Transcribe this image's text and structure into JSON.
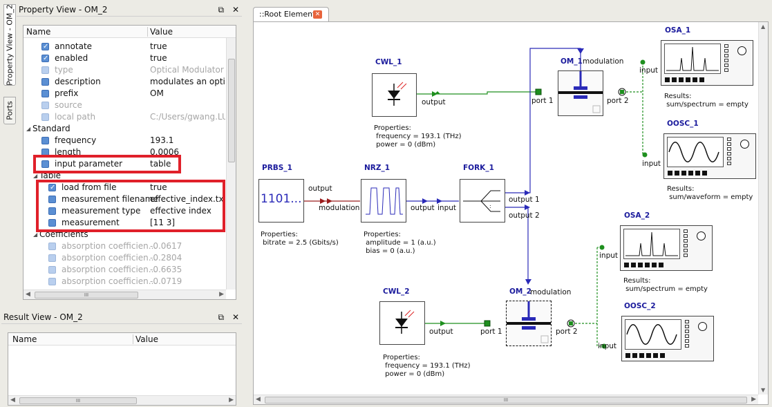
{
  "side_tabs": {
    "property_view": "Property View - OM_2",
    "ports": "Ports"
  },
  "property_view": {
    "title": "Property View - OM_2",
    "col_name": "Name",
    "col_value": "Value",
    "rows": [
      {
        "name": "annotate",
        "value": "true"
      },
      {
        "name": "enabled",
        "value": "true"
      },
      {
        "name": "type",
        "value": "Optical Modulator M"
      },
      {
        "name": "description",
        "value": "modulates an optica"
      },
      {
        "name": "prefix",
        "value": "OM"
      },
      {
        "name": "source",
        "value": ""
      },
      {
        "name": "local path",
        "value": "C:/Users/gwang.LU."
      }
    ],
    "group_standard": "Standard",
    "standard_rows": [
      {
        "name": "frequency",
        "value": "193.1"
      },
      {
        "name": "length",
        "value": "0.0006"
      },
      {
        "name": "input parameter",
        "value": "table"
      }
    ],
    "group_table": "Table",
    "table_rows": [
      {
        "name": "load from file",
        "value": "true"
      },
      {
        "name": "measurement filename",
        "value": "effective_index.txt"
      },
      {
        "name": "measurement type",
        "value": "effective index"
      },
      {
        "name": "measurement",
        "value": "[11 3]"
      }
    ],
    "group_coefficients": "Coefficients",
    "coef_rows": [
      {
        "name": "absorption coefficien...",
        "value": "-0.0617"
      },
      {
        "name": "absorption coefficien...",
        "value": "-0.2804"
      },
      {
        "name": "absorption coefficien...",
        "value": "-0.6635"
      },
      {
        "name": "absorption coefficien...",
        "value": "-0.0719"
      }
    ]
  },
  "result_view": {
    "title": "Result View - OM_2",
    "col_name": "Name",
    "col_value": "Value"
  },
  "editor": {
    "tab_label": "::Root Element",
    "cwl1": {
      "title": "CWL_1",
      "port": "output",
      "props_title": "Properties:",
      "props": " frequency = 193.1 (THz)\n power = 0 (dBm)"
    },
    "cwl2": {
      "title": "CWL_2",
      "port": "output",
      "props_title": "Properties:",
      "props": " frequency = 193.1 (THz)\n power = 0 (dBm)"
    },
    "prbs": {
      "title": "PRBS_1",
      "port": "output",
      "symbol": "1101...",
      "props_title": "Properties:",
      "props": " bitrate = 2.5 (Gbits/s)"
    },
    "nrz": {
      "title": "NRZ_1",
      "port_in": "modulation",
      "port_out": "output",
      "props_title": "Properties:",
      "props": " amplitude = 1 (a.u.)\n bias = 0 (a.u.)"
    },
    "fork": {
      "title": "FORK_1",
      "port_in": "input",
      "out1": "output 1",
      "out2": "output 2"
    },
    "om1": {
      "title": "OM_1",
      "modulation": "modulation",
      "port1": "port 1",
      "port2": "port 2"
    },
    "om2": {
      "title": "OM_2",
      "modulation": "modulation",
      "port1": "port 1",
      "port2": "port 2"
    },
    "osa1": {
      "title": "OSA_1",
      "port": "input",
      "results_title": "Results:",
      "results": " sum/spectrum = empty"
    },
    "oosc1": {
      "title": "OOSC_1",
      "port": "input",
      "results_title": "Results:",
      "results": " sum/waveform = empty"
    },
    "osa2": {
      "title": "OSA_2",
      "port": "input",
      "results_title": "Results:",
      "results": " sum/spectrum = empty"
    },
    "oosc2": {
      "title": "OOSC_2",
      "port": "input"
    }
  },
  "colors": {
    "highlight": "#e0202a",
    "title_blue": "#1a1a9c",
    "optical_green": "#1e8f1e",
    "electrical_blue": "#2a2ab8",
    "electrical_red": "#9b1c1c"
  }
}
